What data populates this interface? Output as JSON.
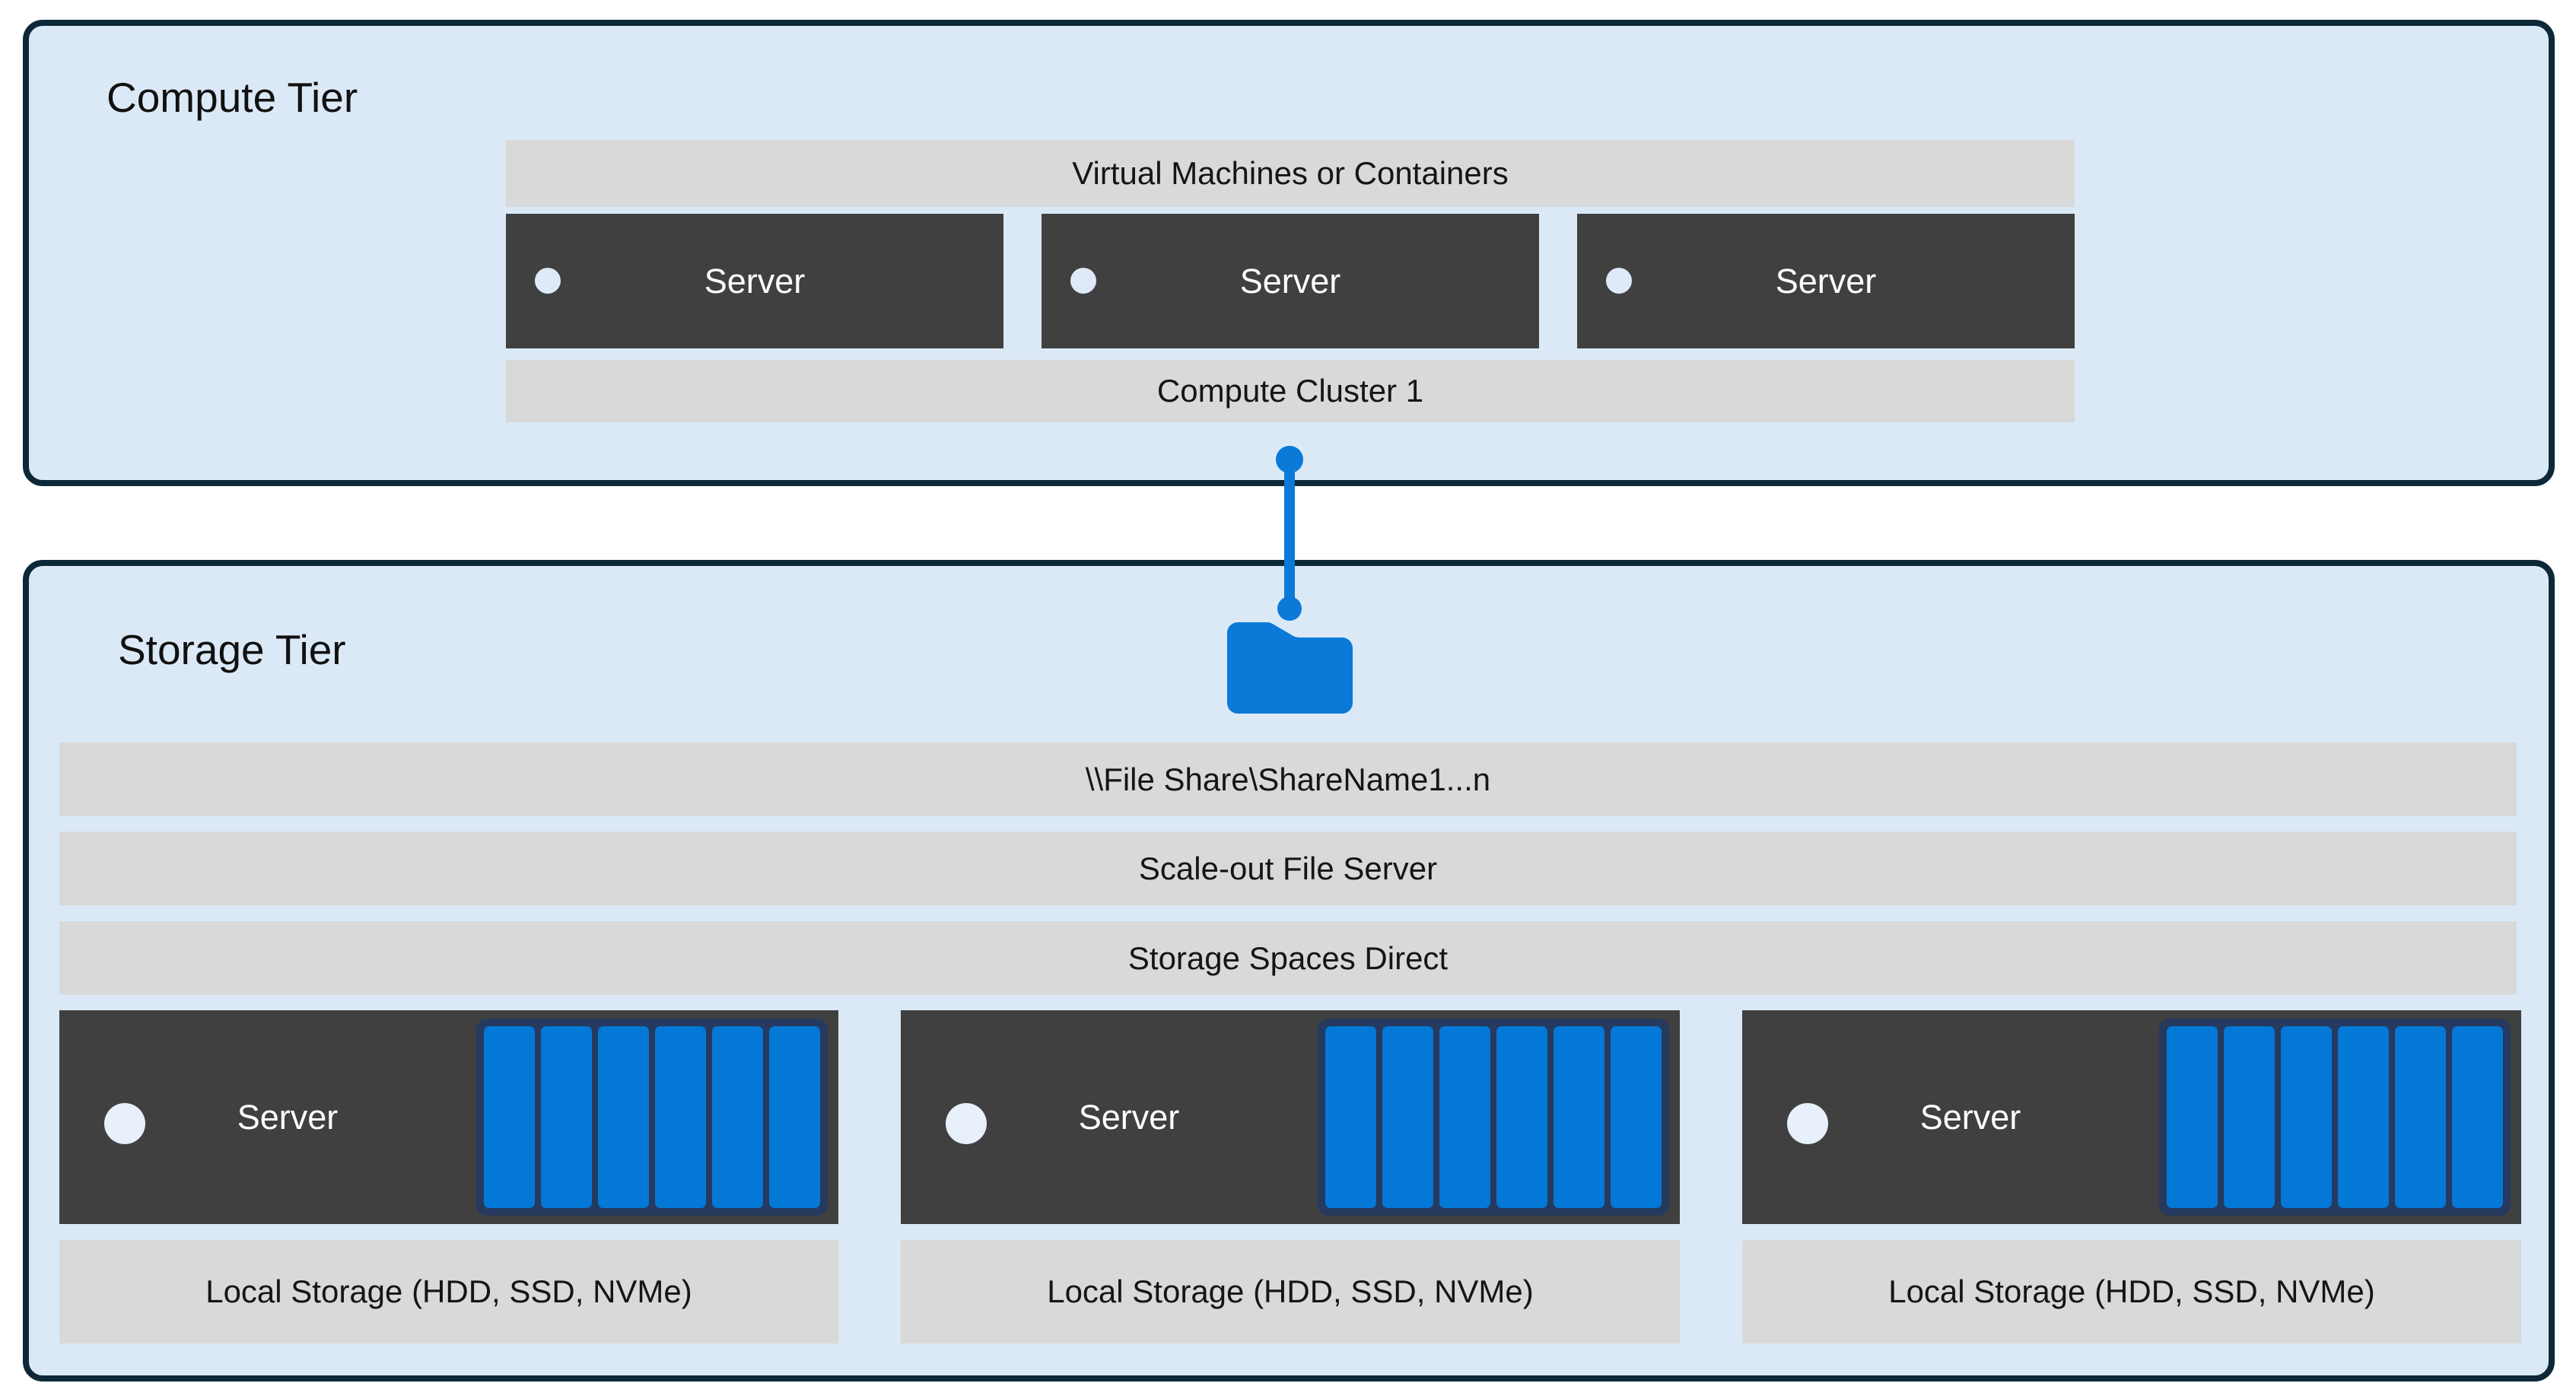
{
  "compute_tier": {
    "title": "Compute Tier",
    "vm_bar_label": "Virtual Machines or Containers",
    "servers": [
      {
        "label": "Server"
      },
      {
        "label": "Server"
      },
      {
        "label": "Server"
      }
    ],
    "cluster_bar_label": "Compute Cluster 1"
  },
  "connector": {
    "icon": "folder-icon"
  },
  "storage_tier": {
    "title": "Storage Tier",
    "file_share_label": "\\\\File Share\\ShareName1...n",
    "scale_out_label": "Scale-out File Server",
    "s2d_label": "Storage Spaces Direct",
    "disks_per_server": 6,
    "nodes": [
      {
        "server_label": "Server",
        "local_storage_label": "Local Storage (HDD, SSD, NVMe)"
      },
      {
        "server_label": "Server",
        "local_storage_label": "Local Storage (HDD, SSD, NVMe)"
      },
      {
        "server_label": "Server",
        "local_storage_label": "Local Storage (HDD, SSD, NVMe)"
      }
    ]
  },
  "colors": {
    "page_background": "#ffffff",
    "tier_background": "#dbe9f7",
    "tier_border": "#0d2838",
    "bar_background": "#d9d9d9",
    "server_box": "#404040",
    "accent_blue": "#0b79d8",
    "disk_fill": "#0478d6",
    "disk_rim": "#253a5e",
    "indicator_circle": "#dfeaf8",
    "text_dark": "#111111",
    "text_light": "#ffffff"
  }
}
